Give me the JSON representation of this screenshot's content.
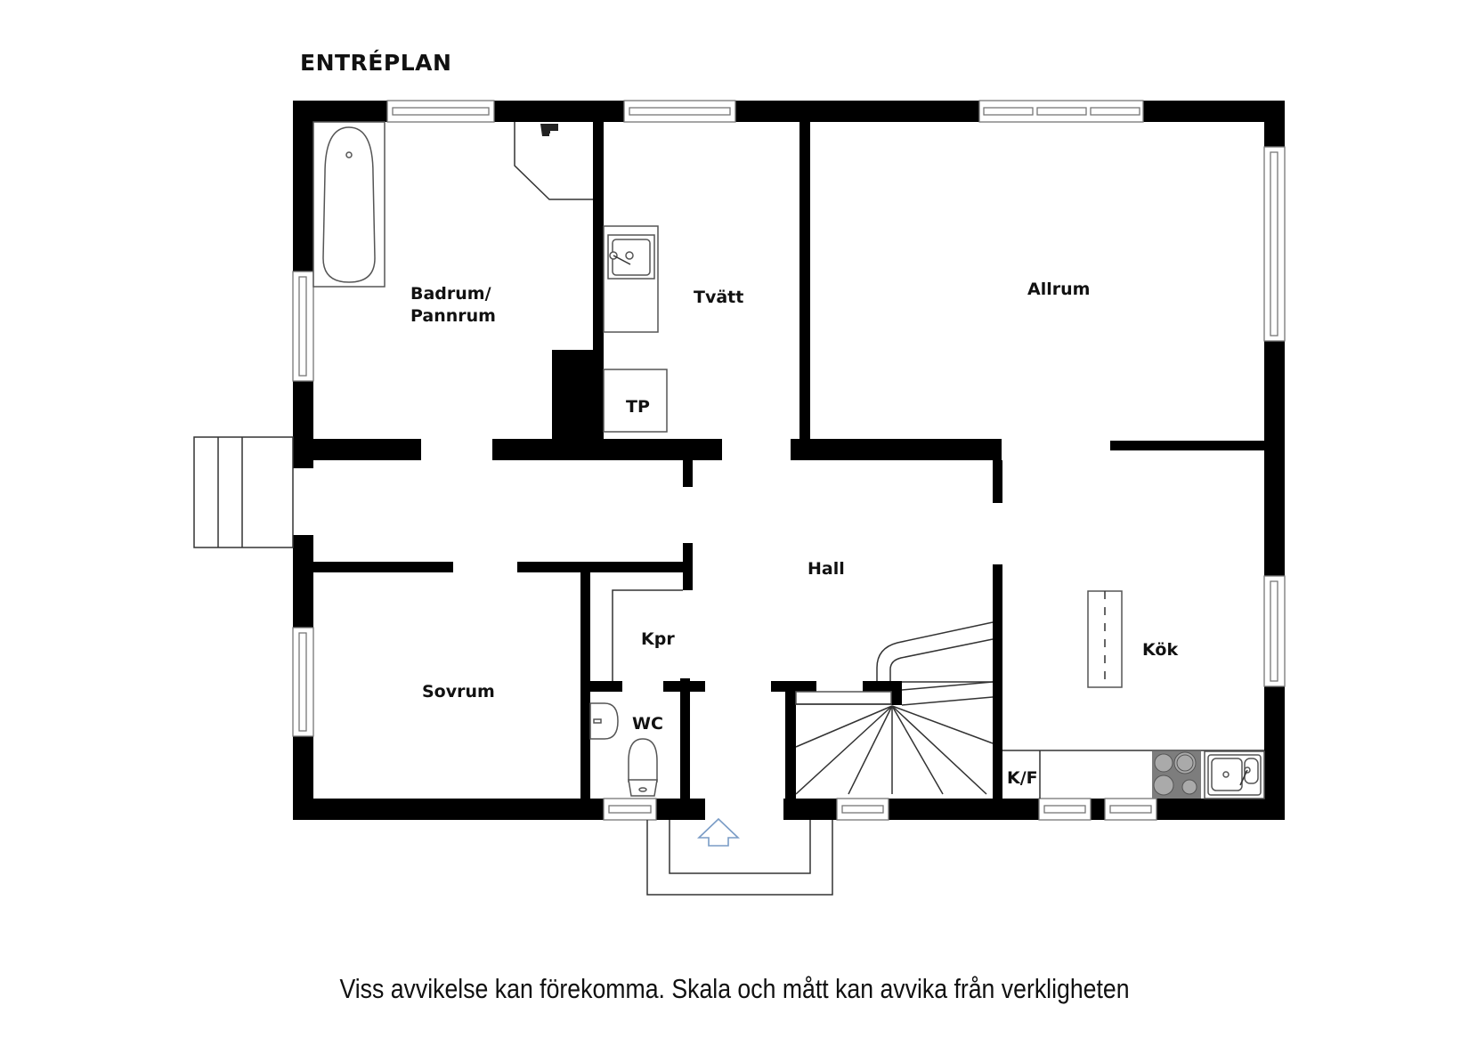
{
  "plan": {
    "title": "ENTRÉPLAN",
    "caption": "Viss avvikelse kan förekomma. Skala och mått kan avvika från verkligheten",
    "rooms": [
      {
        "id": "badrum",
        "label_line1": "Badrum/",
        "label_line2": "Pannrum"
      },
      {
        "id": "tvatt",
        "label": "Tvätt"
      },
      {
        "id": "tp",
        "label": "TP"
      },
      {
        "id": "allrum",
        "label": "Allrum"
      },
      {
        "id": "hall",
        "label": "Hall"
      },
      {
        "id": "kpr",
        "label": "Kpr"
      },
      {
        "id": "wc",
        "label": "WC"
      },
      {
        "id": "sovrum",
        "label": "Sovrum"
      },
      {
        "id": "kok",
        "label": "Kök"
      },
      {
        "id": "kf",
        "label": "K/F"
      }
    ],
    "colors": {
      "wall": "#000000",
      "entrance_arrow": "#7a9cc6",
      "stove": "#7d7d7d"
    },
    "icons": [
      "bathtub-icon",
      "sink-icon",
      "toilet-icon",
      "stove-icon",
      "double-sink-icon",
      "stairs-icon",
      "entrance-arrow-icon",
      "window-icon",
      "boiler-icon"
    ]
  }
}
